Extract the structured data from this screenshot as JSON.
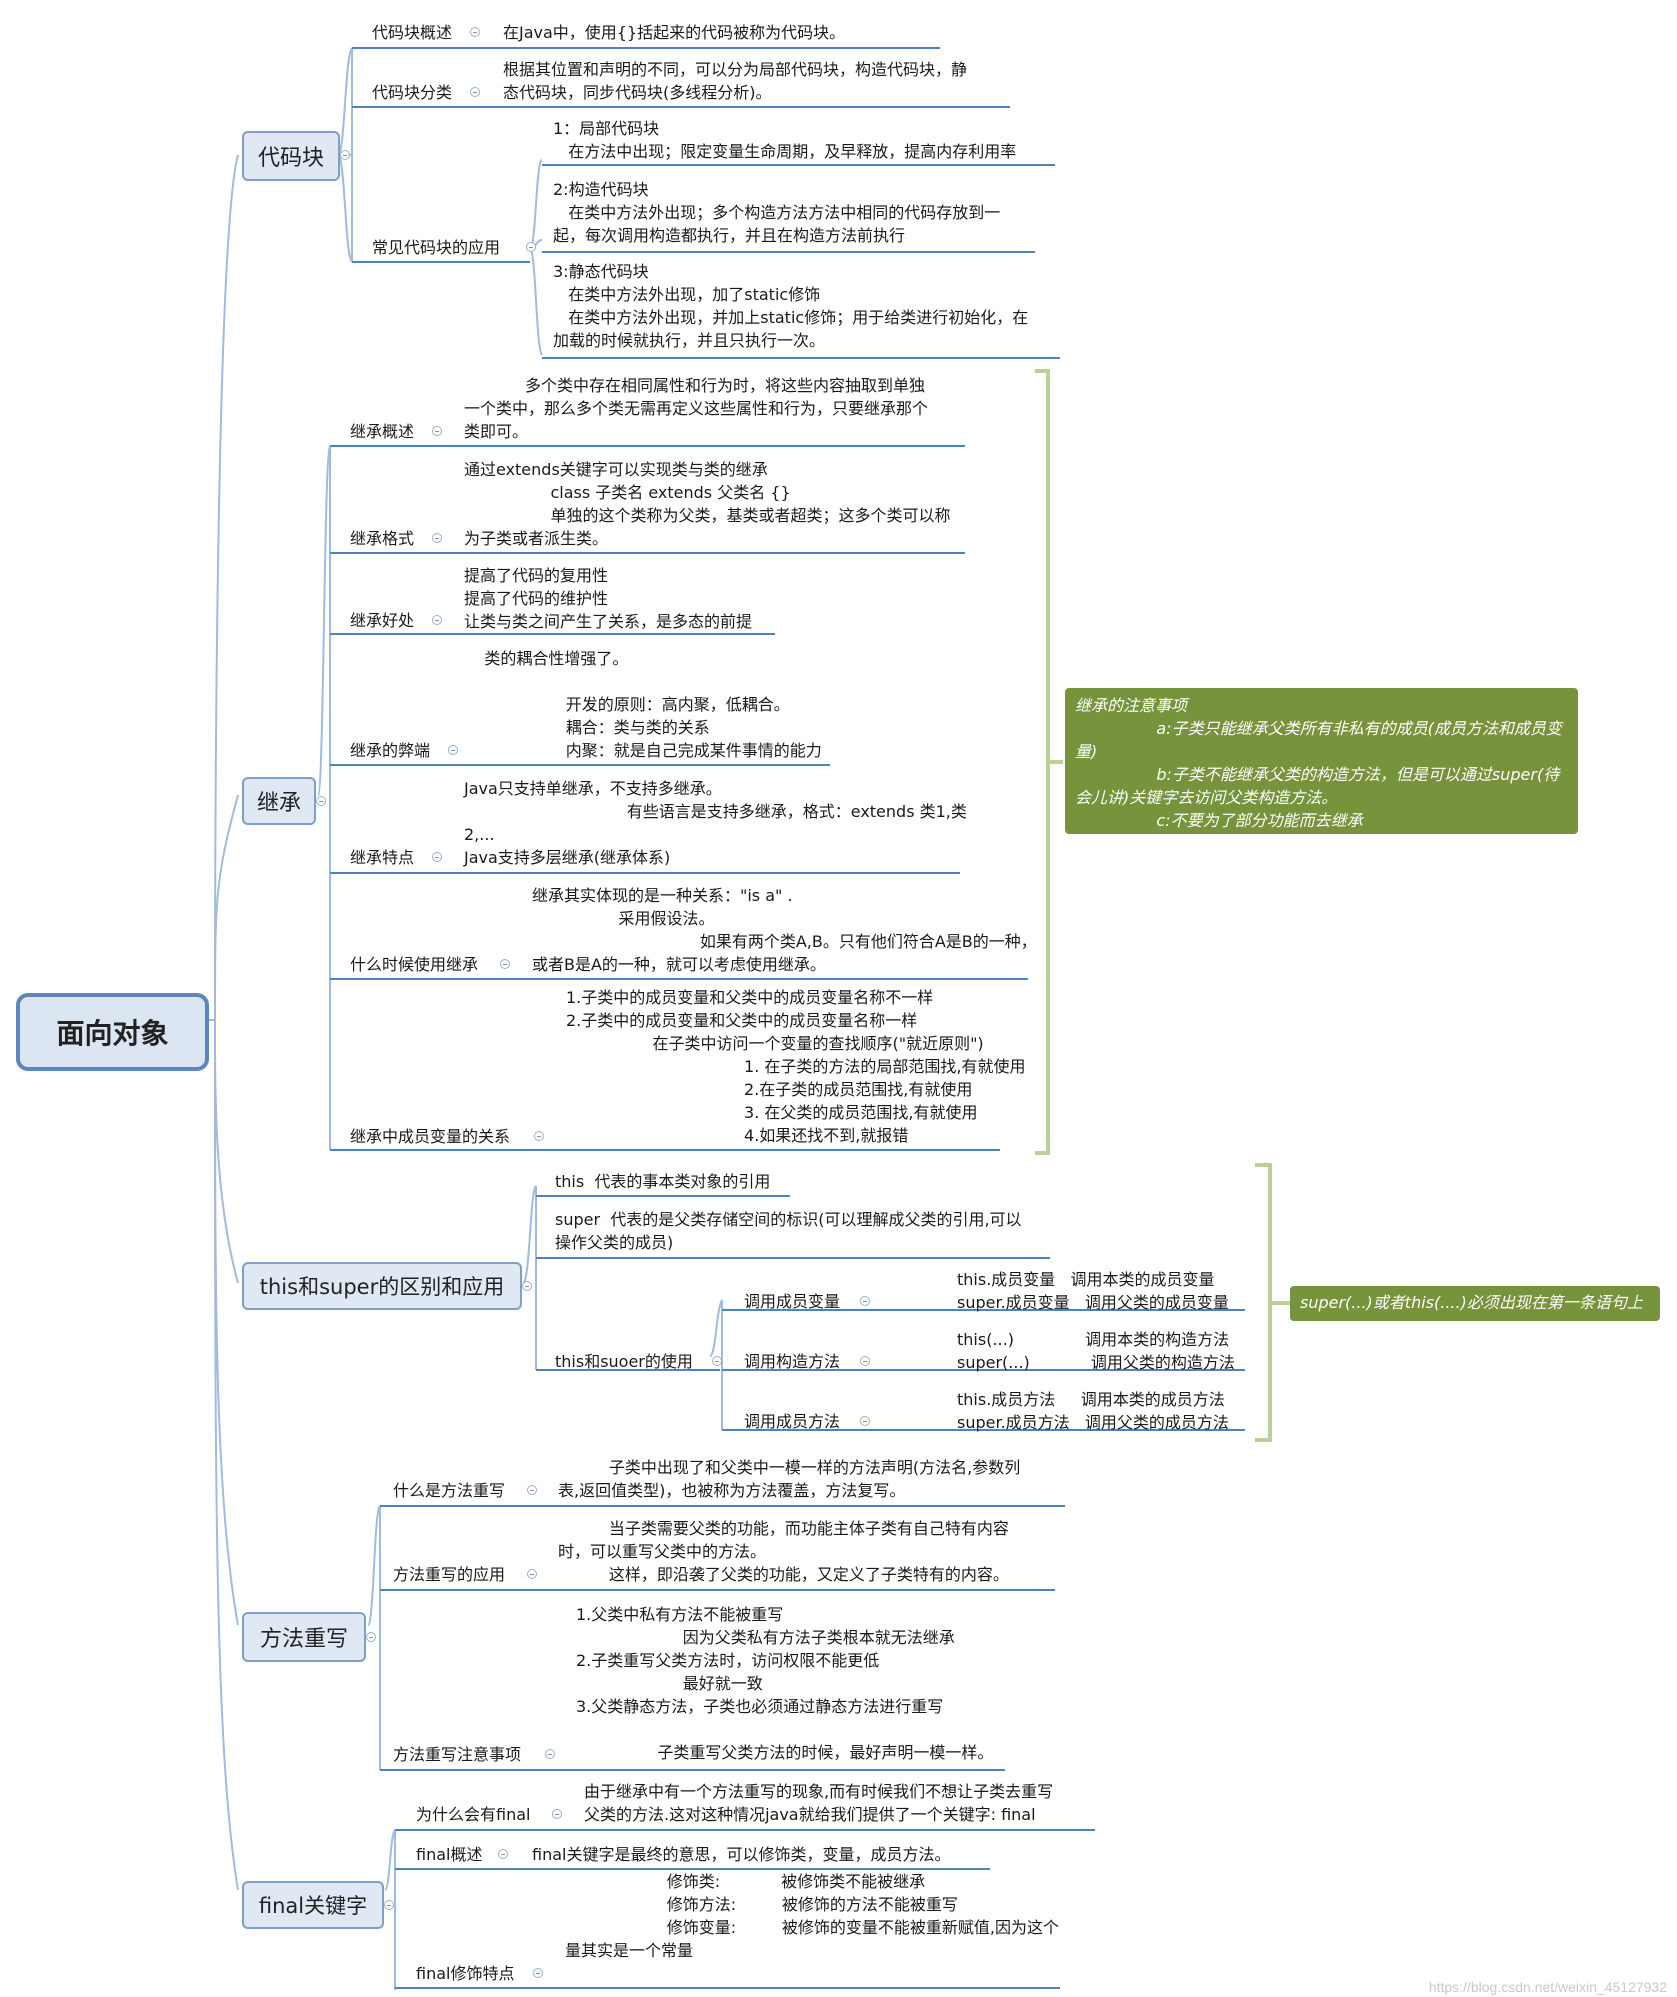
{
  "root": {
    "label": "面向对象"
  },
  "topics": {
    "codeblock": {
      "label": "代码块",
      "overview": {
        "label": "代码块概述",
        "text": "在Java中，使用{}括起来的代码被称为代码块。"
      },
      "classify": {
        "label": "代码块分类",
        "text": "根据其位置和声明的不同，可以分为局部代码块，构造代码块，静\n态代码块，同步代码块(多线程分析)。"
      },
      "apply": {
        "label": "常见代码块的应用",
        "local": "1：局部代码块\n   在方法中出现；限定变量生命周期，及早释放，提高内存利用率",
        "construct": "2:构造代码块\n   在类中方法外出现；多个构造方法方法中相同的代码存放到一\n起，每次调用构造都执行，并且在构造方法前执行",
        "static": "3:静态代码块\n   在类中方法外出现，加了static修饰\n   在类中方法外出现，并加上static修饰；用于给类进行初始化，在\n加载的时候就执行，并且只执行一次。"
      }
    },
    "inherit": {
      "label": "继承",
      "overview": {
        "label": "继承概述",
        "text": "            多个类中存在相同属性和行为时，将这些内容抽取到单独\n一个类中，那么多个类无需再定义这些属性和行为，只要继承那个\n类即可。"
      },
      "format": {
        "label": "继承格式",
        "text": "通过extends关键字可以实现类与类的继承\n                 class 子类名 extends 父类名 {}\n                 单独的这个类称为父类，基类或者超类；这多个类可以称\n为子类或者派生类。"
      },
      "benefit": {
        "label": "继承好处",
        "text": "提高了代码的复用性\n提高了代码的维护性\n让类与类之间产生了关系，是多态的前提"
      },
      "drawback": {
        "label": "继承的弊端",
        "text": "    类的耦合性增强了。\n\n                    开发的原则：高内聚，低耦合。\n                    耦合：类与类的关系\n                    内聚：就是自己完成某件事情的能力"
      },
      "feature": {
        "label": "继承特点",
        "text": "Java只支持单继承，不支持多继承。\n                                有些语言是支持多继承，格式：extends 类1,类\n2,...\nJava支持多层继承(继承体系)"
      },
      "when": {
        "label": "什么时候使用继承",
        "text": "继承其实体现的是一种关系：\"is a\" .\n                 采用假设法。\n                                 如果有两个类A,B。只有他们符合A是B的一种，\n或者B是A的一种，就可以考虑使用继承。"
      },
      "member": {
        "label": "继承中成员变量的关系",
        "text": "1.子类中的成员变量和父类中的成员变量名称不一样\n2.子类中的成员变量和父类中的成员变量名称一样\n                 在子类中访问一个变量的查找顺序(\"就近原则\")\n                                   1. 在子类的方法的局部范围找,有就使用\n                                   2.在子类的成员范围找,有就使用\n                                   3. 在父类的成员范围找,有就使用\n                                   4.如果还找不到,就报错"
      },
      "note": "继承的注意事项\n                a:子类只能继承父类所有非私有的成员(成员方法和成员变\n量)\n                b:子类不能继承父类的构造方法，但是可以通过super(待\n会儿讲)关键字去访问父类构造方法。\n                c:不要为了部分功能而去继承"
    },
    "thissuper": {
      "label": "this和super的区别和应用",
      "this_text": "this  代表的事本类对象的引用",
      "super_text": "super  代表的是父类存储空间的标识(可以理解成父类的引用,可以\n操作父类的成员)",
      "usage": {
        "label": "this和suoer的使用",
        "var": {
          "label": "调用成员变量",
          "text": "this.成员变量   调用本类的成员变量\nsuper.成员变量   调用父类的成员变量"
        },
        "ctor": {
          "label": "调用构造方法",
          "text": "this(...)              调用本类的构造方法\nsuper(...)            调用父类的构造方法"
        },
        "method": {
          "label": "调用成员方法",
          "text": "this.成员方法     调用本类的成员方法\nsuper.成员方法   调用父类的成员方法"
        }
      },
      "note": "super(...)或者this(....)必须出现在第一条语句上"
    },
    "override": {
      "label": "方法重写",
      "what": {
        "label": "什么是方法重写",
        "text": "          子类中出现了和父类中一模一样的方法声明(方法名,参数列\n表,返回值类型)，也被称为方法覆盖，方法复写。"
      },
      "apply": {
        "label": "方法重写的应用",
        "text": "          当子类需要父类的功能，而功能主体子类有自己特有内容\n时，可以重写父类中的方法。\n          这样，即沿袭了父类的功能，又定义了子类特有的内容。"
      },
      "notice": {
        "label": "方法重写注意事项",
        "text": "1.父类中私有方法不能被重写\n                     因为父类私有方法子类根本就无法继承\n2.子类重写父类方法时，访问权限不能更低\n                     最好就一致\n3.父类静态方法，子类也必须通过静态方法进行重写\n\n                子类重写父类方法的时候，最好声明一模一样。"
      }
    },
    "final": {
      "label": "final关键字",
      "why": {
        "label": "为什么会有final",
        "text": "由于继承中有一个方法重写的现象,而有时候我们不想让子类去重写\n父类的方法.这对这种情况java就给我们提供了一个关键字: final"
      },
      "overview": {
        "label": "final概述",
        "text": "final关键字是最终的意思，可以修饰类，变量，成员方法。"
      },
      "feature": {
        "label": "final修饰特点",
        "text": "                    修饰类:            被修饰类不能被继承\n                    修饰方法:         被修饰的方法不能被重写\n                    修饰变量:         被修饰的变量不能被重新赋值,因为这个\n量其实是一个常量"
      }
    }
  },
  "watermark": "https://blog.csdn.net/weixin_45127932",
  "colors": {
    "node_border": "#7f9fc6",
    "node_fill": "#dfe8f3",
    "line": "#4f81bd",
    "note": "#77933c",
    "bracket": "#b8d197"
  }
}
